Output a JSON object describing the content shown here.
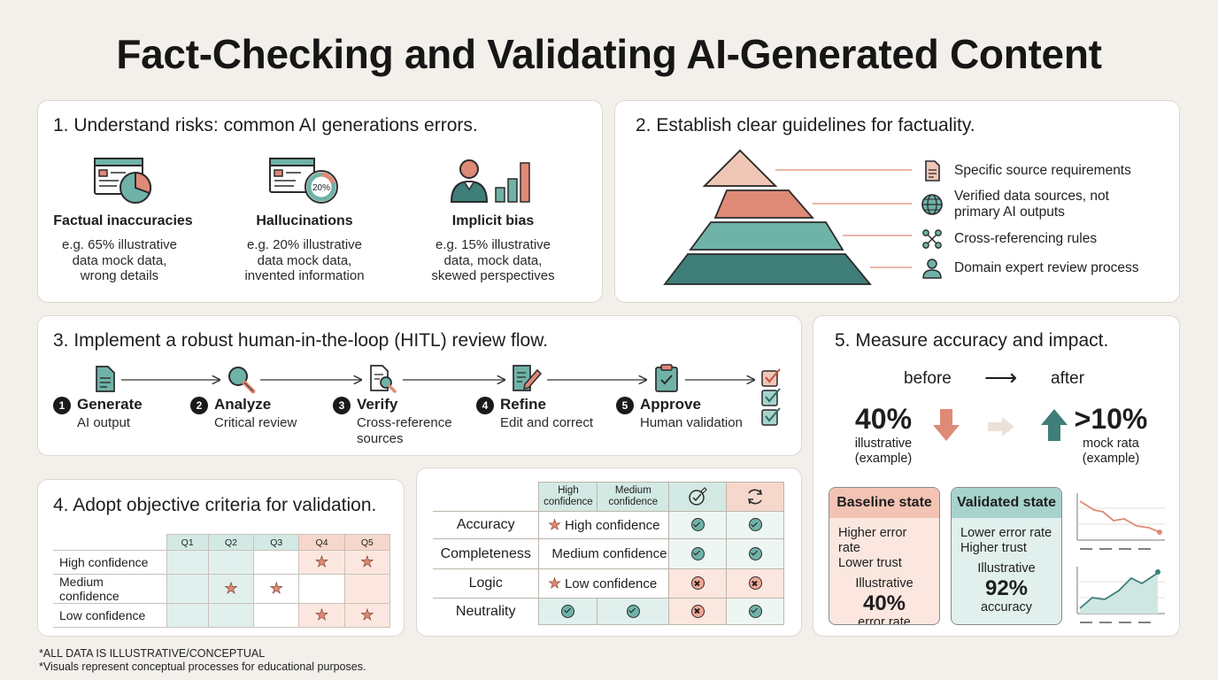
{
  "title": "Fact-Checking and Validating AI-Generated Content",
  "s1": {
    "title": "1. Understand risks: common AI generations errors.",
    "items": [
      {
        "name": "Factual inaccuracies",
        "desc": [
          "e.g. 65% illustrative",
          "data mock data,",
          "wrong details"
        ],
        "icon": "browser-pie-chart-icon"
      },
      {
        "name": "Hallucinations",
        "desc": [
          "e.g. 20% illustrative",
          "data mock data,",
          "invented information"
        ],
        "icon": "browser-gauge-icon",
        "gauge_label": "20%"
      },
      {
        "name": "Implicit bias",
        "desc": [
          "e.g. 15% illustrative",
          "data, mock data,",
          "skewed perspectives"
        ],
        "icon": "person-bar-chart-icon"
      }
    ]
  },
  "s2": {
    "title": "2. Establish clear guidelines for factuality.",
    "items": [
      {
        "text": [
          "Specific source requirements"
        ],
        "icon": "document-icon"
      },
      {
        "text": [
          "Verified data sources, not",
          "primary AI outputs"
        ],
        "icon": "globe-icon"
      },
      {
        "text": [
          "Cross-referencing rules"
        ],
        "icon": "network-icon"
      },
      {
        "text": [
          "Domain expert review process"
        ],
        "icon": "person-icon"
      }
    ],
    "colors": [
      "#f0c6b6",
      "#de8a76",
      "#6fb2a8",
      "#3f7e79"
    ]
  },
  "s3": {
    "title": "3. Implement a robust human-in-the-loop (HITL) review flow.",
    "steps": [
      {
        "num": "1",
        "title": "Generate",
        "sub": [
          "AI output"
        ],
        "icon": "document-icon"
      },
      {
        "num": "2",
        "title": "Analyze",
        "sub": [
          "Critical review"
        ],
        "icon": "magnifier-icon"
      },
      {
        "num": "3",
        "title": "Verify",
        "sub": [
          "Cross-reference",
          "sources"
        ],
        "icon": "document-search-icon"
      },
      {
        "num": "4",
        "title": "Refine",
        "sub": [
          "Edit and correct"
        ],
        "icon": "edit-document-icon"
      },
      {
        "num": "5",
        "title": "Approve",
        "sub": [
          "Human validation"
        ],
        "icon": "clipboard-check-icon"
      }
    ]
  },
  "s4": {
    "title": "4. Adopt objective criteria for validation.",
    "columns": [
      "Q1",
      "Q2",
      "Q3",
      "Q4",
      "Q5"
    ],
    "rows": [
      {
        "label": "High confidence",
        "stars": [
          false,
          false,
          false,
          true,
          true
        ]
      },
      {
        "label": "Medium confidence",
        "stars": [
          false,
          true,
          true,
          false,
          false
        ]
      },
      {
        "label": "Low confidence",
        "stars": [
          false,
          false,
          false,
          true,
          true
        ]
      }
    ]
  },
  "matrix": {
    "headers": [
      [
        "High",
        "confidence"
      ],
      [
        "Medium",
        "confidence"
      ]
    ],
    "header_icons": [
      "edit-check-icon",
      "refresh-icon"
    ],
    "rows": [
      {
        "label": "Accuracy",
        "span": "High confidence",
        "star": true,
        "cells": [
          "check",
          "check"
        ]
      },
      {
        "label": "Completeness",
        "span": "Medium confidence",
        "star": false,
        "cells": [
          "check",
          "check"
        ]
      },
      {
        "label": "Logic",
        "span": "Low confidence",
        "star": true,
        "cells": [
          "cross",
          "cross"
        ]
      },
      {
        "label": "Neutrality",
        "span": null,
        "star": false,
        "cells": [
          "check",
          "check",
          "cross",
          "check"
        ]
      }
    ]
  },
  "s5": {
    "title": "5. Measure accuracy and impact.",
    "before_label": "before",
    "after_label": "after",
    "arrow": "⟶",
    "before": {
      "value": "40%",
      "sub": [
        "illustrative",
        "(example)"
      ]
    },
    "after": {
      "value": ">10%",
      "sub": [
        "mock rata",
        "(example)"
      ]
    },
    "baseline": {
      "title": "Baseline state",
      "lines": [
        "Higher error rate",
        "Lower trust"
      ],
      "kicker": "Illustrative",
      "value": "40%",
      "unit": "error rate"
    },
    "validated": {
      "title": "Validated state",
      "lines": [
        "Lower error rate",
        "Higher trust"
      ],
      "kicker": "Illustrative",
      "value": "92%",
      "unit": "accuracy"
    }
  },
  "footnotes": [
    "*ALL DATA IS ILLUSTRATIVE/CONCEPTUAL",
    "*Visuals represent conceptual processes for educational purposes."
  ]
}
